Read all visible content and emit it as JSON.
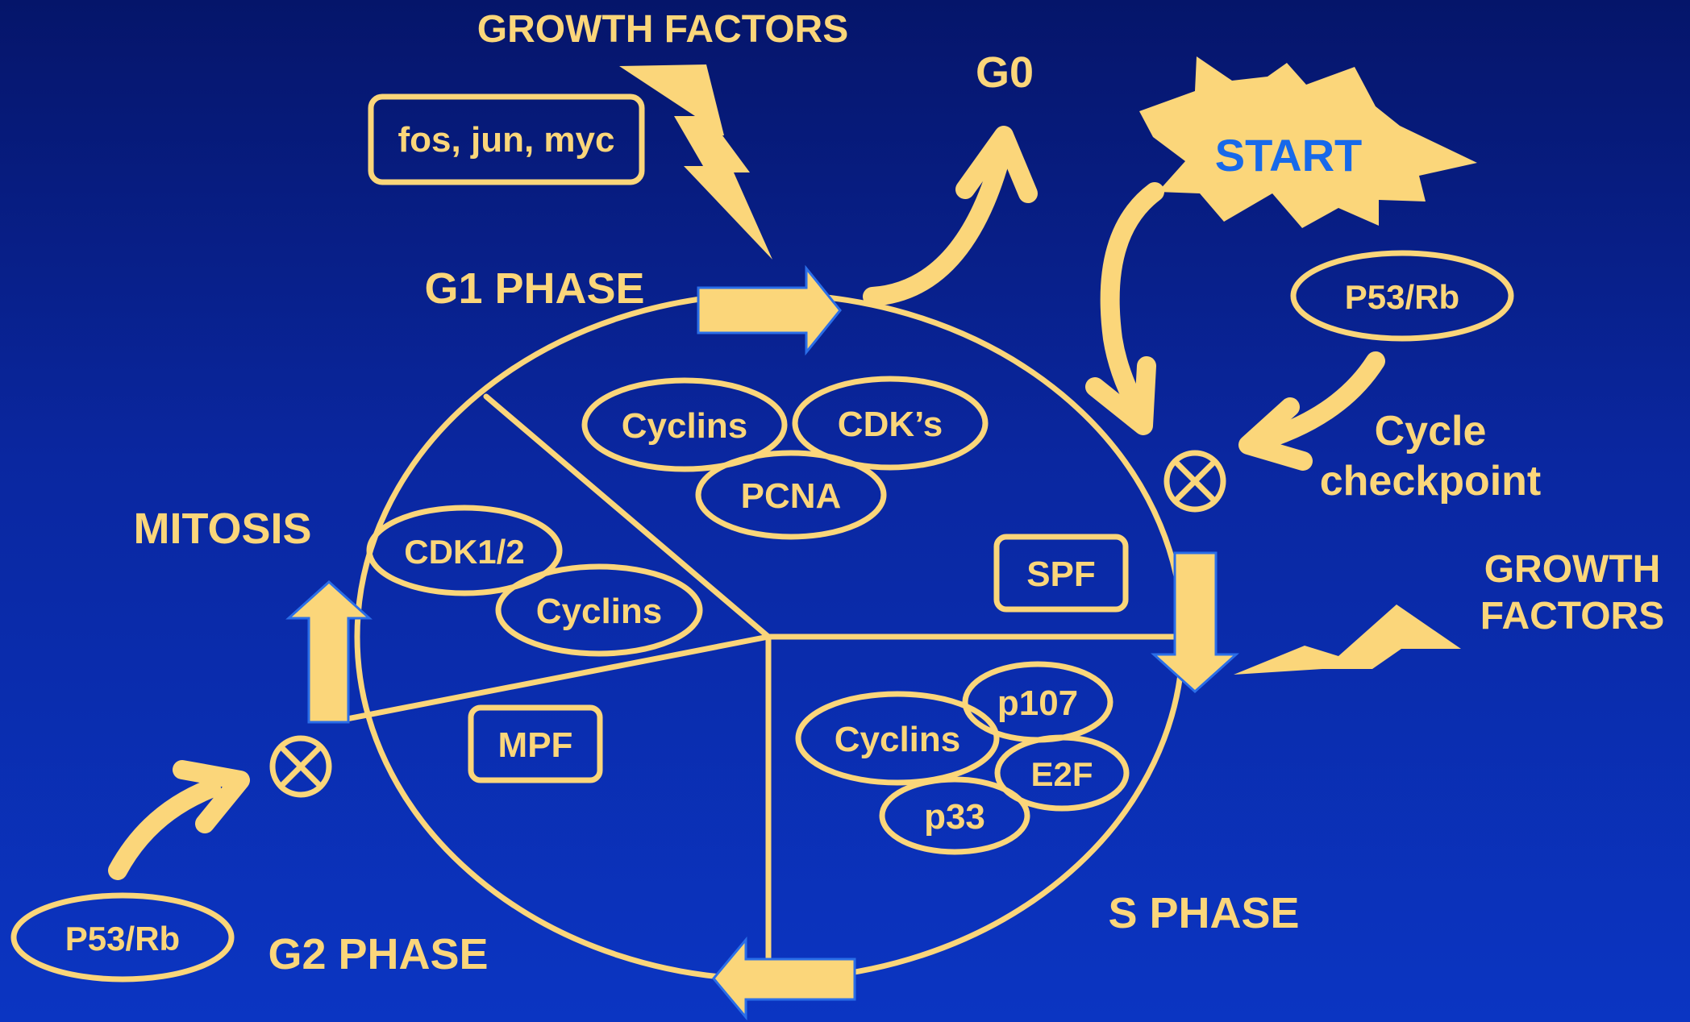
{
  "colors": {
    "background_top": "#05156a",
    "background_bottom": "#0b35c2",
    "foreground": "#fbd67a",
    "start_text": "#1769ea",
    "arrow_outline": "#2a6ee8"
  },
  "labels": {
    "growth_factors_top": "GROWTH FACTORS",
    "g0": "G0",
    "start": "START",
    "g1_phase": "G1 PHASE",
    "mitosis": "MITOSIS",
    "s_phase": "S PHASE",
    "g2_phase": "G2 PHASE",
    "cycle_checkpoint_line1": "Cycle",
    "cycle_checkpoint_line2": "checkpoint",
    "growth_factors_right_line1": "GROWTH",
    "growth_factors_right_line2": "FACTORS"
  },
  "boxes": {
    "fos_jun_myc": "fos, jun, myc",
    "spf": "SPF",
    "mpf": "MPF"
  },
  "ovals": {
    "g1_cyclins": "Cyclins",
    "g1_cdks": "CDK’s",
    "g1_pcna": "PCNA",
    "m_cdk12": "CDK1/2",
    "m_cyclins": "Cyclins",
    "s_cyclins": "Cyclins",
    "s_p107": "p107",
    "s_e2f": "E2F",
    "s_p33": "p33",
    "p53rb_right": "P53/Rb",
    "p53rb_left": "P53/Rb"
  },
  "icons": {
    "checkpoint": "circle-times-icon",
    "lightning": "lightning-bolt-icon",
    "starburst": "starburst-icon"
  }
}
